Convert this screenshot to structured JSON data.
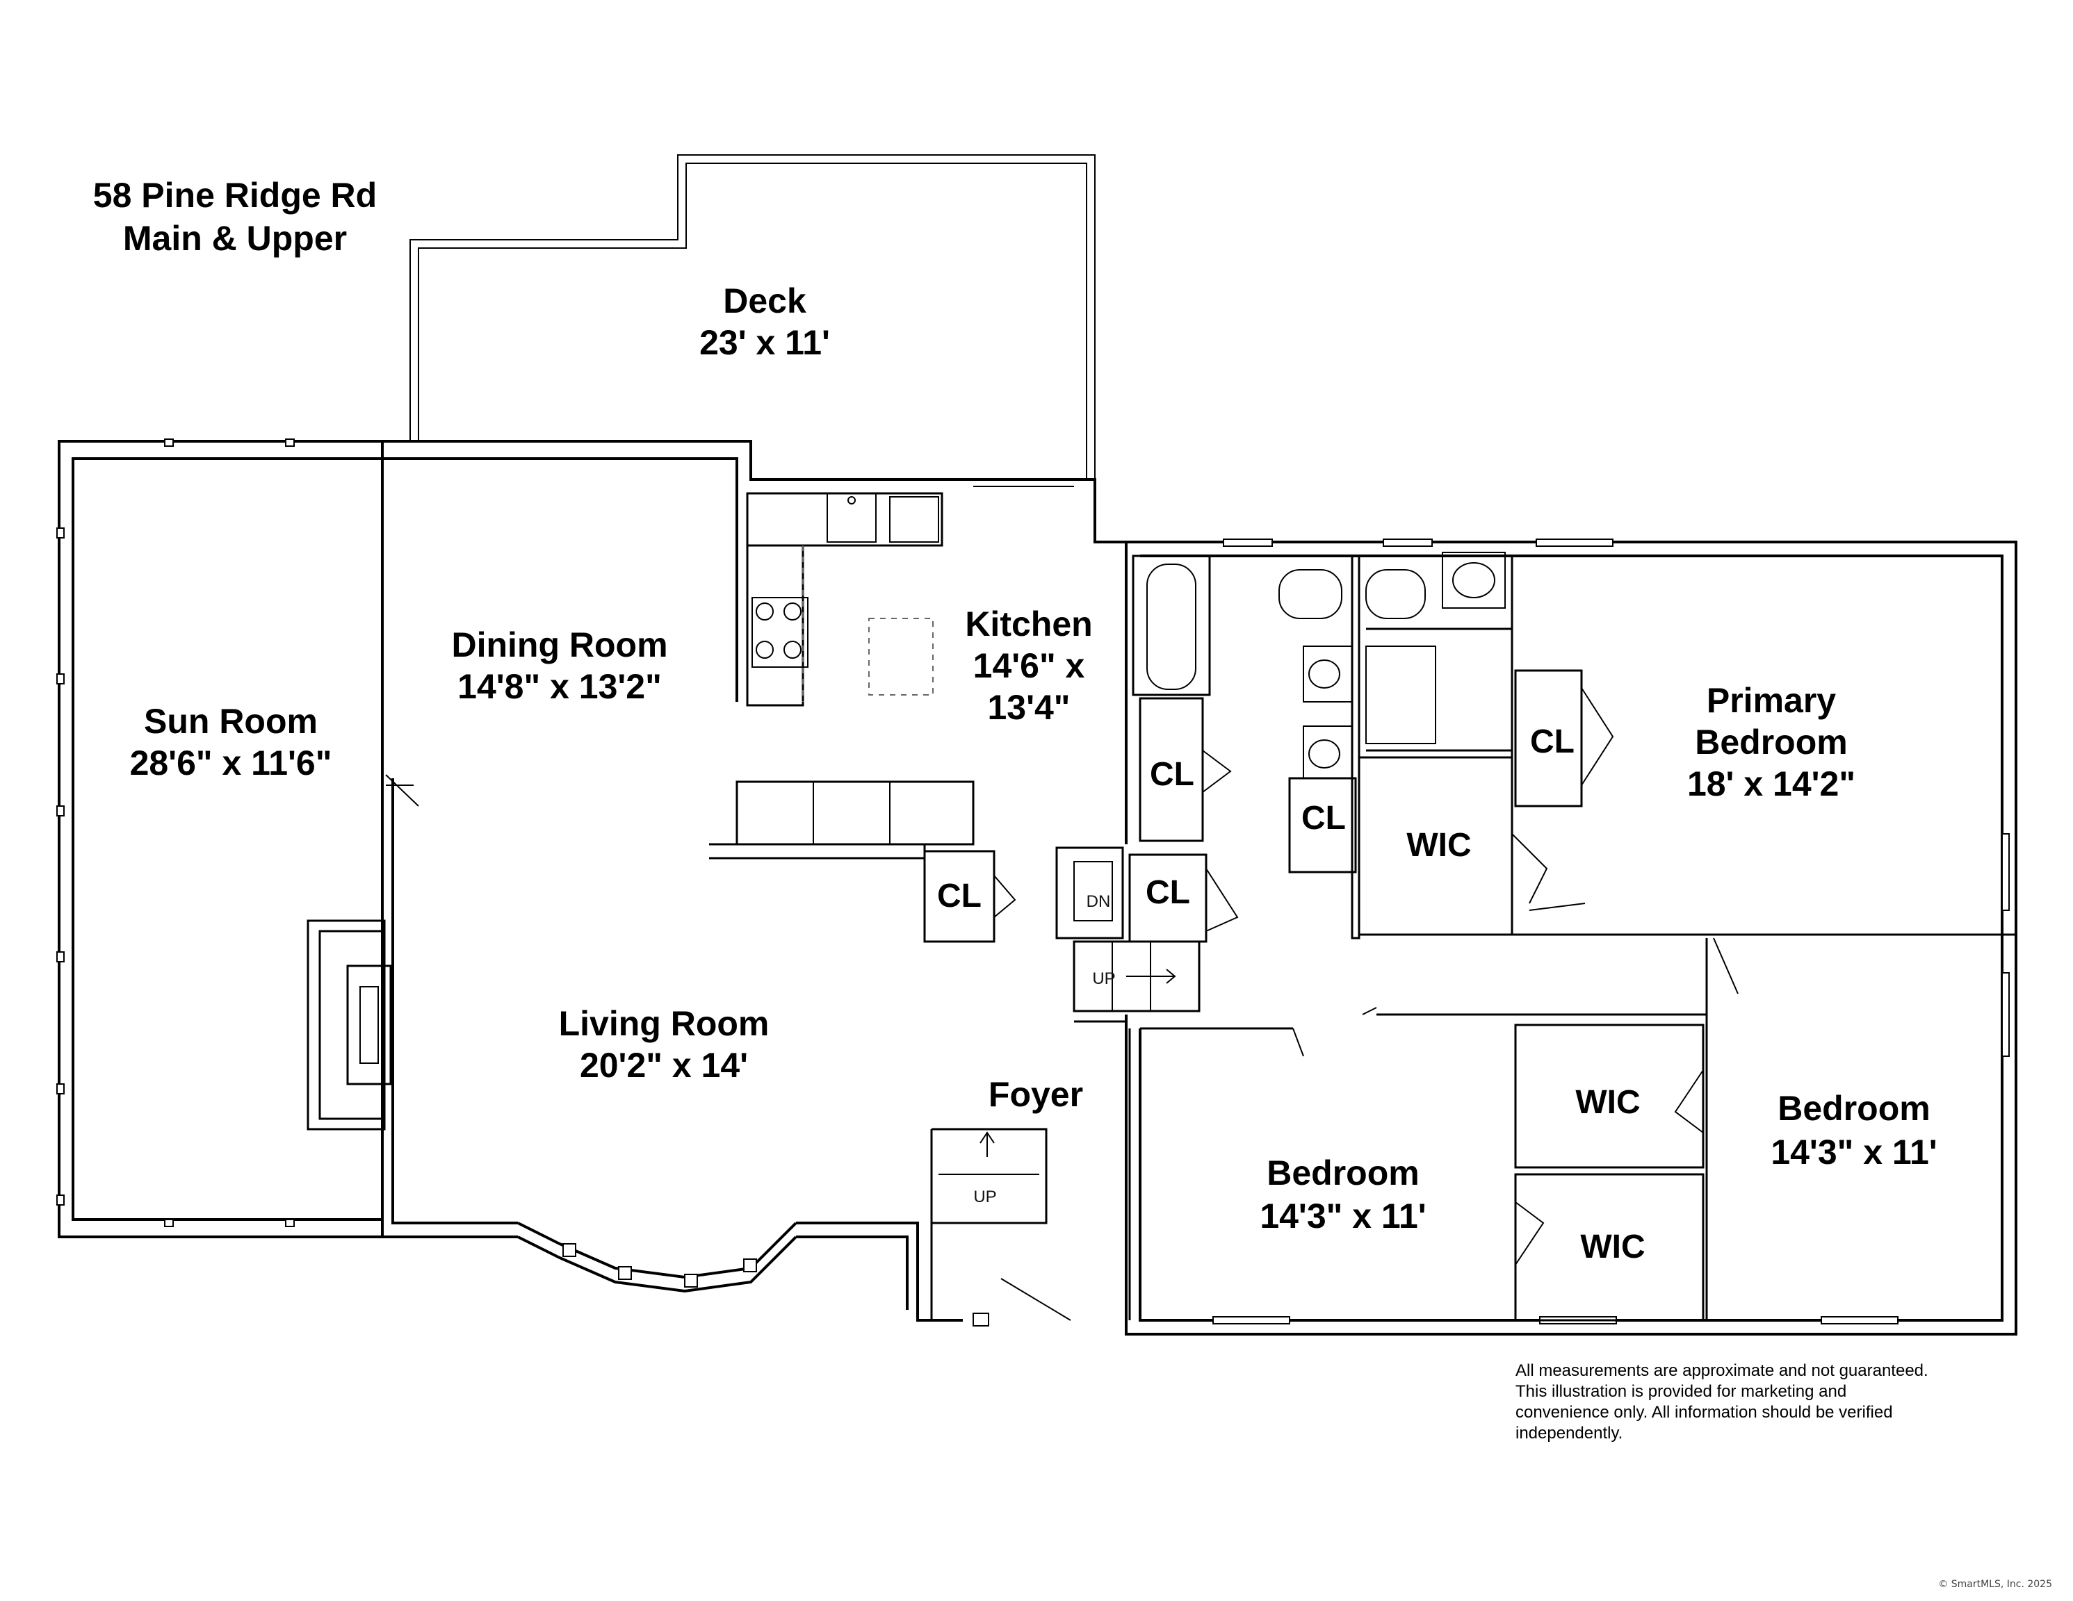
{
  "header": {
    "address": "58 Pine Ridge Rd",
    "floors": "Main & Upper"
  },
  "rooms": {
    "deck": {
      "name": "Deck",
      "dims": "23' x 11'"
    },
    "sun_room": {
      "name": "Sun Room",
      "dims": "28'6\" x 11'6\""
    },
    "dining_room": {
      "name": "Dining Room",
      "dims": "14'8\" x 13'2\""
    },
    "kitchen": {
      "name": "Kitchen",
      "dims_line1": "14'6\" x",
      "dims_line2": "13'4\""
    },
    "living_room": {
      "name": "Living Room",
      "dims": "20'2\" x 14'"
    },
    "foyer": {
      "name": "Foyer"
    },
    "primary_bedroom": {
      "name_line1": "Primary",
      "name_line2": "Bedroom",
      "dims": "18' x 14'2\""
    },
    "bedroom_center": {
      "name": "Bedroom",
      "dims": "14'3\" x 11'"
    },
    "bedroom_right": {
      "name": "Bedroom",
      "dims": "14'3\" x 11'"
    }
  },
  "closet_label": "CL",
  "walk_in_closet_label": "WIC",
  "stair_labels": {
    "down": "DN",
    "up": "UP"
  },
  "disclaimer": "All measurements are approximate and not guaranteed. This illustration is provided for marketing and convenience only. All information should be verified independently.",
  "copyright": "© SmartMLS, Inc. 2025"
}
